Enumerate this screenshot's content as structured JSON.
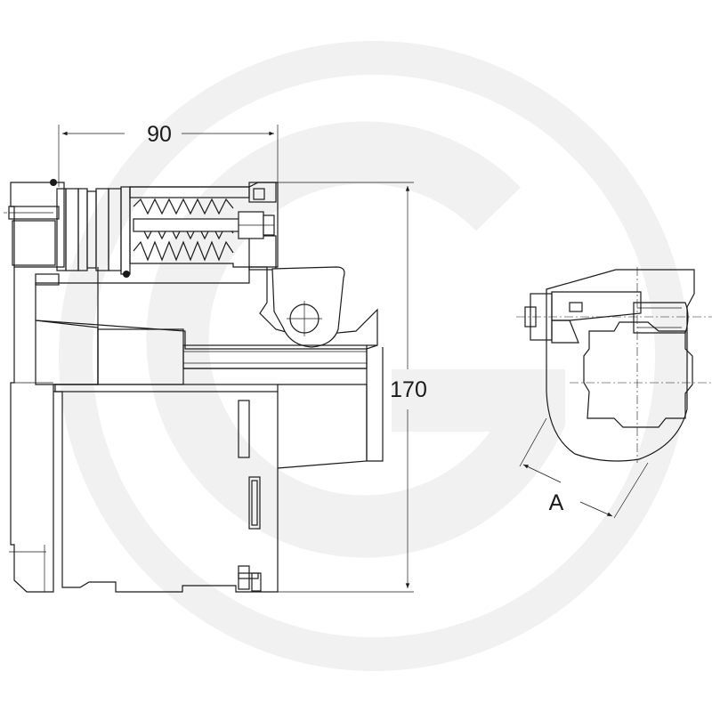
{
  "drawing": {
    "dimensions": {
      "width_label": "90",
      "height_label": "170",
      "section_label": "A"
    },
    "colors": {
      "line": "#1a1a1a",
      "watermark": "#f0f0f0",
      "background": "#ffffff"
    }
  }
}
